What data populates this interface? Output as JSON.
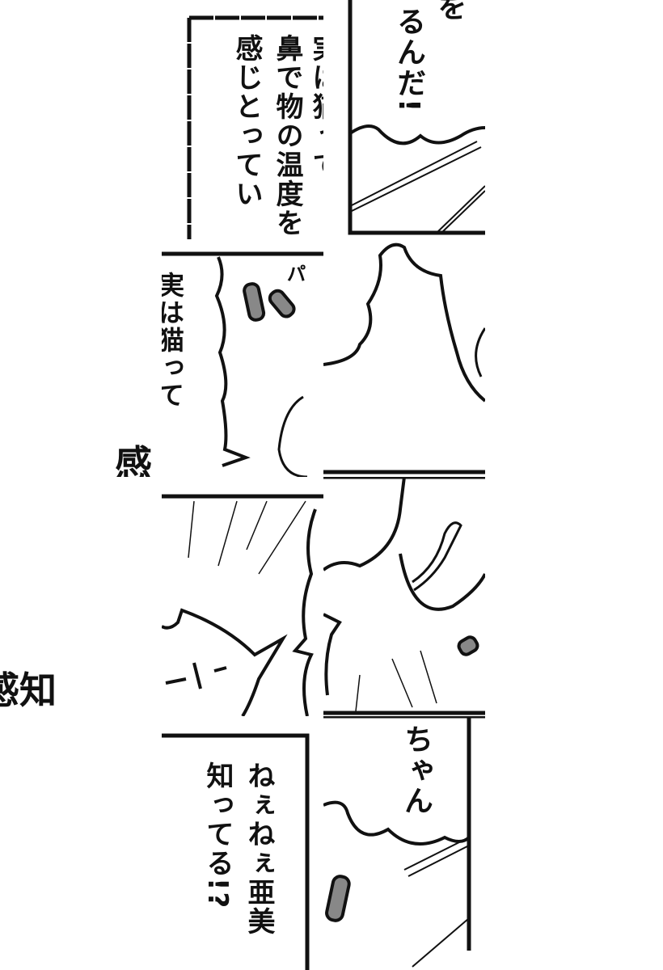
{
  "comic": {
    "tile_top_right": {
      "line_a": "を",
      "line_b": "るんだ!"
    },
    "narration_box": {
      "line_1": "実は猫って",
      "line_2": "鼻で物の温度を",
      "line_3": "感じとってい"
    },
    "tile_mid_left": {
      "text": "実は猫って",
      "sfx": "パ"
    },
    "outside_text": {
      "fragment_1": "感",
      "fragment_2": "感知"
    },
    "tile_bottom_right": {
      "text": "ちゃん"
    },
    "tile_bottom_left": {
      "line_1": "ねぇねぇ亜美",
      "line_2": "知ってる!?"
    }
  },
  "colors": {
    "ink": "#111111",
    "paper": "#ffffff",
    "tone": "#777777"
  }
}
